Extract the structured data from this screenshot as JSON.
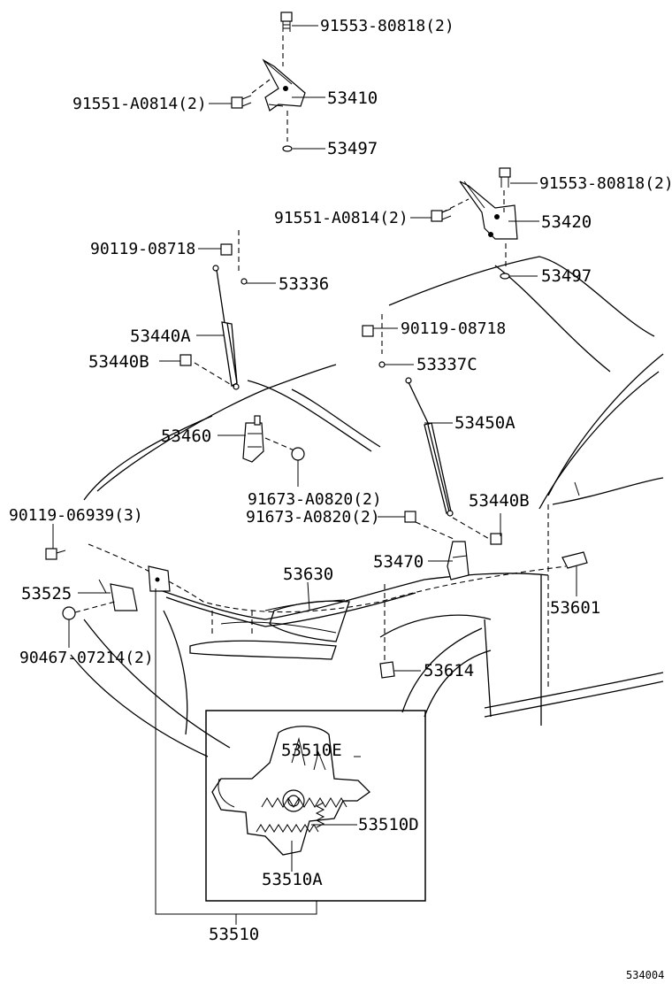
{
  "labels": {
    "p_91553_top": "91553-80818(2)",
    "p_91551_top": "91551-A0814(2)",
    "p_53410": "53410",
    "p_53497_top": "53497",
    "p_91553_right": "91553-80818(2)",
    "p_91551_mid": "91551-A0814(2)",
    "p_53420": "53420",
    "p_90119_08718_left": "90119-08718",
    "p_53497_right": "53497",
    "p_53336": "53336",
    "p_90119_08718_right": "90119-08718",
    "p_53440A": "53440A",
    "p_53440B_left": "53440B",
    "p_53337C": "53337C",
    "p_53450A": "53450A",
    "p_53460": "53460",
    "p_91673_a": "91673-A0820(2)",
    "p_91673_b": "91673-A0820(2)",
    "p_53440B_right": "53440B",
    "p_90119_06939": "90119-06939(3)",
    "p_53470": "53470",
    "p_53630": "53630",
    "p_53525": "53525",
    "p_53601": "53601",
    "p_90467": "90467-07214(2)",
    "p_53614": "53614",
    "p_53510E": "53510E",
    "p_53510D": "53510D",
    "p_53510A": "53510A",
    "p_53510": "53510"
  },
  "figure_id": "534004"
}
